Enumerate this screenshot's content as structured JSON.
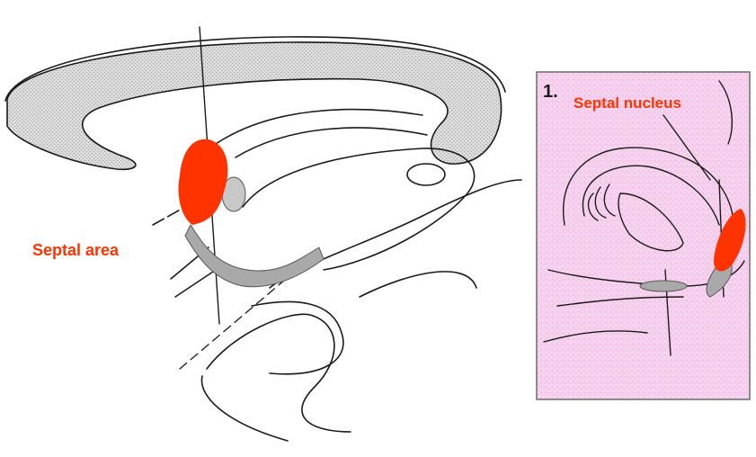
{
  "left_figure": {
    "label": "Septal area",
    "highlight_color": "#ff3300",
    "shade_color": "#c8c8c8",
    "line_color": "#1a1a1a"
  },
  "right_figure": {
    "panel_number": "1.",
    "label": "Septal nucleus",
    "background_color": "#f7cdee",
    "highlight_color": "#ff3300"
  }
}
